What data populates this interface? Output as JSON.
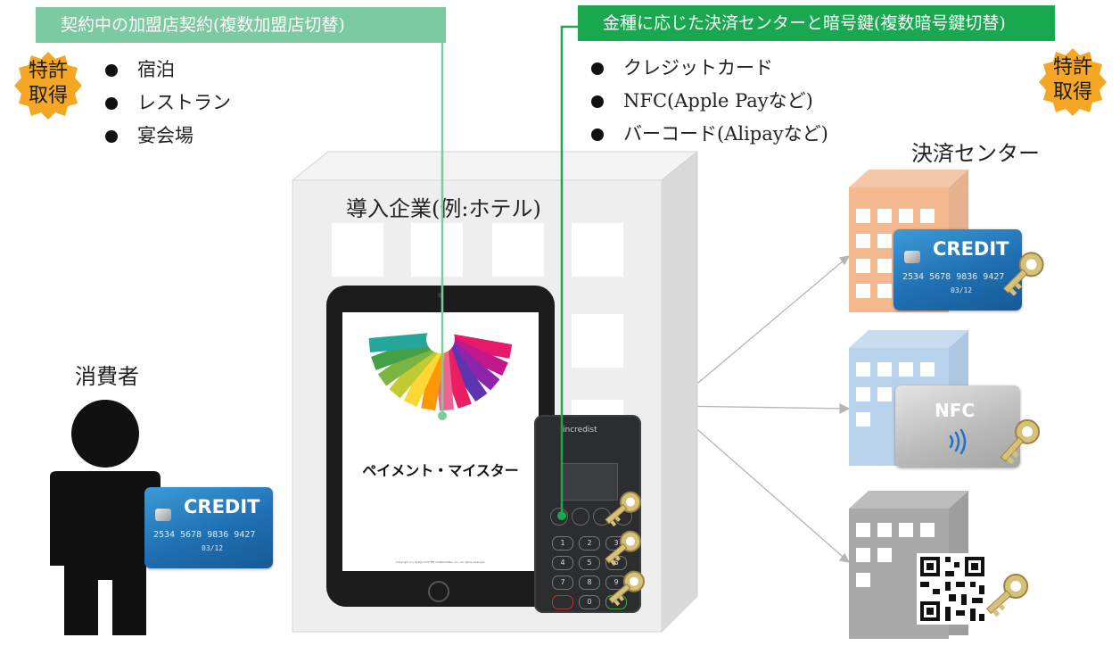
{
  "contract_banner": {
    "text": "契約中の加盟店契約(複数加盟店切替)",
    "color": "#7ccaa0",
    "items": [
      "宿泊",
      "レストラン",
      "宴会場"
    ]
  },
  "key_banner": {
    "text": "金種に応じた決済センターと暗号鍵(複数暗号鍵切替)",
    "color": "#19a84f",
    "items": [
      "クレジットカード",
      "NFC(Apple Payなど)",
      "バーコード(Alipayなど)"
    ]
  },
  "patent_badge": {
    "line1": "特許",
    "line2": "取得",
    "color": "#f5a623"
  },
  "company_label": "導入企業(例:ホテル)",
  "consumer_label": "消費者",
  "settlement_label": "決済センター",
  "tablet": {
    "app_title": "ペイメント・マイスター",
    "copyright": "Copyright (C) ILLOJO SYSTEM CONSULTING, Inc. All rights reserved."
  },
  "terminal": {
    "brand": "incredist",
    "keypad": [
      "1",
      "2",
      "3",
      "4",
      "5",
      "6",
      "7",
      "8",
      "9",
      "",
      "0",
      ""
    ]
  },
  "cards": {
    "credit_label": "CREDIT",
    "card_number": "2534 5678 9836 9427",
    "expiry": "03/12",
    "nfc_label": "NFC"
  },
  "icons": [
    "patent-badge-icon",
    "building-icon",
    "person-icon",
    "key-icon",
    "qr-code-icon",
    "contactless-icon",
    "credit-card-icon"
  ]
}
